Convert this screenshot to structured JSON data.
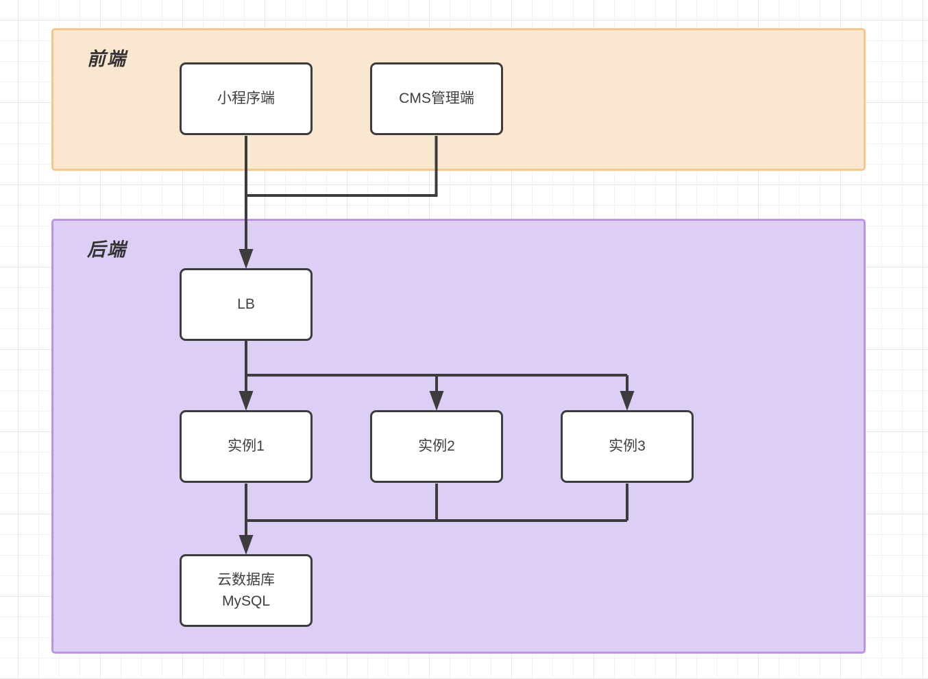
{
  "diagram": {
    "title": "frontend-backend-architecture-flowchart",
    "regions": {
      "frontend": {
        "label": "前端"
      },
      "backend": {
        "label": "后端"
      }
    },
    "nodes": {
      "miniprogram": {
        "label": "小程序端"
      },
      "cms": {
        "label": "CMS管理端"
      },
      "lb": {
        "label": "LB"
      },
      "instance1": {
        "label": "实例1"
      },
      "instance2": {
        "label": "实例2"
      },
      "instance3": {
        "label": "实例3"
      },
      "mysql": {
        "label_line1": "云数据库",
        "label_line2": "MySQL"
      }
    },
    "edges": [
      {
        "from": "miniprogram",
        "to": "lb"
      },
      {
        "from": "cms",
        "to": "lb"
      },
      {
        "from": "lb",
        "to": "instance1"
      },
      {
        "from": "lb",
        "to": "instance2"
      },
      {
        "from": "lb",
        "to": "instance3"
      },
      {
        "from": "instance1",
        "to": "mysql"
      },
      {
        "from": "instance2",
        "to": "mysql"
      },
      {
        "from": "instance3",
        "to": "mysql"
      }
    ]
  },
  "colors": {
    "frontend_fill": "#FAE7D0",
    "frontend_border": "#F6C68A",
    "backend_fill": "#DDCEF6",
    "backend_border": "#BA94EC",
    "stroke": "#3C3C3C",
    "node_fill": "#FFFFFF",
    "node_text": "#3F3F3F",
    "label_text": "#333333",
    "grid_minor": "#F1F1F1",
    "grid_major": "#E6E6E6",
    "canvas_bg": "#FFFFFF"
  }
}
